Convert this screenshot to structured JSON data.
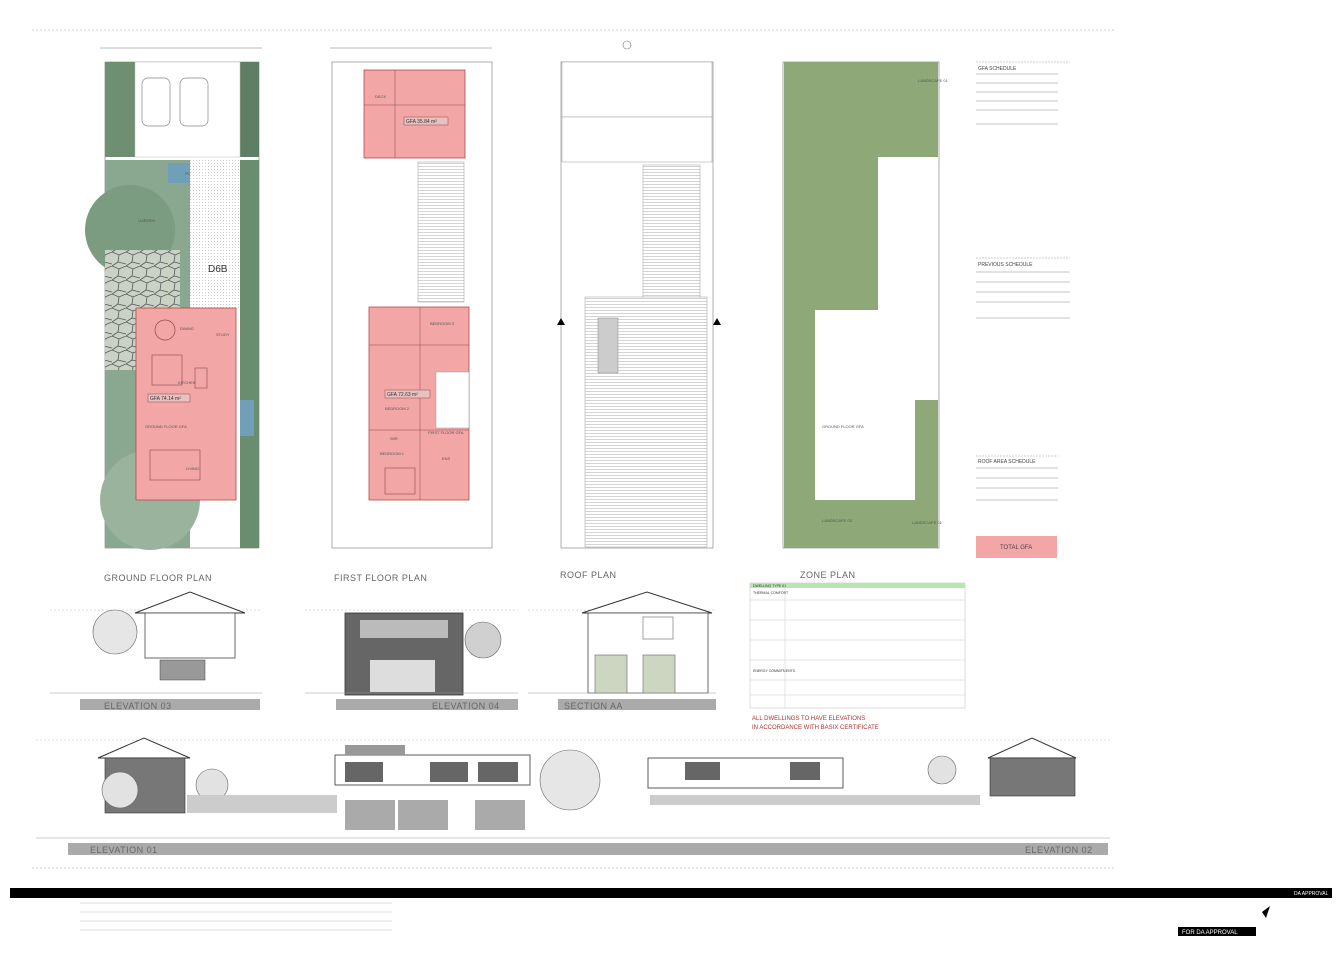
{
  "plans": {
    "ground_floor": "GROUND FLOOR PLAN",
    "first_floor": "FIRST FLOOR PLAN",
    "roof": "ROOF PLAN",
    "zone": "ZONE PLAN"
  },
  "ground_floor": {
    "gfa": "GFA 74.14 m²",
    "gfa_label": "GROUND FLOOR GFA",
    "rooms": [
      "POND",
      "GARDEN",
      "DINING",
      "KITCHEN",
      "LIVING",
      "STUDY"
    ],
    "deck_label": "D6B"
  },
  "first_floor": {
    "gfa_upper": "GFA 35.84 m²",
    "gfa_lower": "GFA 72.63 m²",
    "gfa_label": "FIRST FLOOR GFA",
    "rooms": [
      "DECK",
      "BEDROOM 3",
      "BEDROOM 2",
      "BEDROOM 1",
      "WIR",
      "ENS"
    ]
  },
  "zone_plan": {
    "landscape_top": "LANDSCAPE 01",
    "ground_floor_gfa": "GROUND FLOOR GFA",
    "landscape_bottom_left": "LANDSCAPE 03",
    "landscape_bottom_right": "LANDSCAPE 01"
  },
  "schedules": {
    "gfa_schedule": "GFA SCHEDULE",
    "previous_schedule": "PREVIOUS SCHEDULE",
    "roof_area_schedule": "ROOF AREA SCHEDULE",
    "total_gfa": "TOTAL GFA"
  },
  "elevations": {
    "e03": "ELEVATION 03",
    "e04": "ELEVATION 04",
    "section": "SECTION AA",
    "e01": "ELEVATION 01",
    "e02": "ELEVATION 02"
  },
  "basix": {
    "header": "DWELLING TYPE 01",
    "row_labels": [
      "THERMAL COMFORT",
      "ENERGY COMMITMENTS"
    ],
    "note_line1": "ALL DWELLINGS TO HAVE ELEVATIONS",
    "note_line2": "IN ACCORDANCE WITH BASIX CERTIFICATE"
  },
  "title_block": {
    "stamp": "DA APPROVAL",
    "status_badge": "FOR DA APPROVAL"
  },
  "colors": {
    "pink": "#f2a6a6",
    "green": "#8fa878",
    "dark_green": "#5f7f64",
    "blue": "#6fa0b8",
    "black_bar": "#000000",
    "basix_green": "#b8e6b0"
  }
}
